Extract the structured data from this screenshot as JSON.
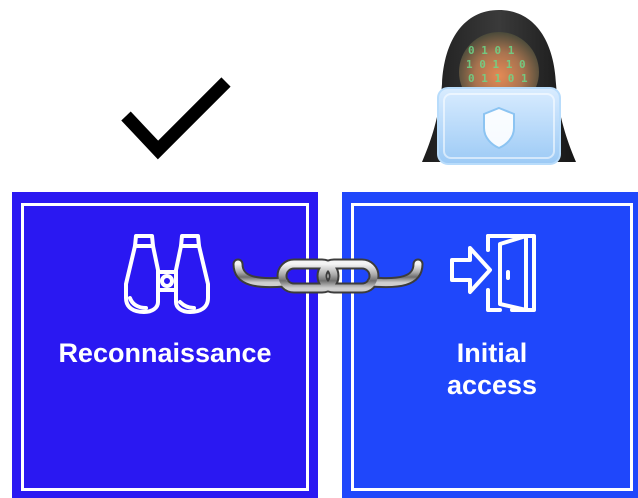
{
  "cards": {
    "reconnaissance": {
      "label": "Reconnaissance",
      "icon": "binoculars-icon",
      "color": "#2a18f2"
    },
    "initial_access": {
      "label_line1": "Initial",
      "label_line2": "access",
      "icon": "enter-door-icon",
      "color": "#1f47fb"
    }
  },
  "status_icon": "checkmark-icon",
  "actor_icon": "hacker-laptop-icon",
  "connector_icon": "chain-link-icon"
}
